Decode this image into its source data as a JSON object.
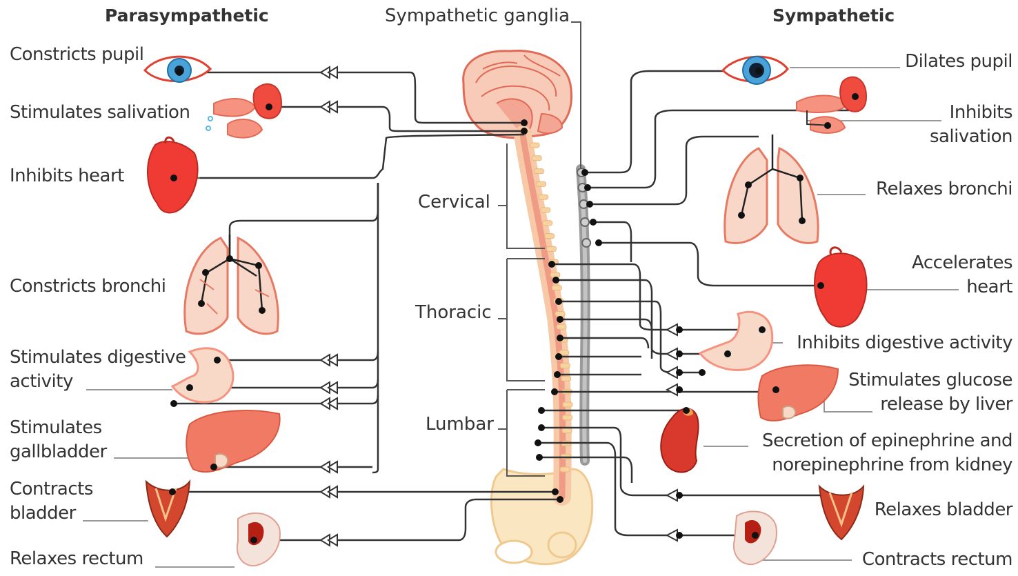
{
  "headers": {
    "left": "Parasympathetic",
    "right": "Sympathetic"
  },
  "center": {
    "ganglia": "Sympathetic ganglia",
    "cervical": "Cervical",
    "thoracic": "Thoracic",
    "lumbar": "Lumbar"
  },
  "parasympathetic": [
    {
      "id": "pupil",
      "lines": [
        "Constricts pupil"
      ],
      "organ": "eye"
    },
    {
      "id": "salivation",
      "lines": [
        "Stimulates salivation"
      ],
      "organ": "salivary-gland"
    },
    {
      "id": "heart",
      "lines": [
        "Inhibits heart"
      ],
      "organ": "heart"
    },
    {
      "id": "bronchi",
      "lines": [
        "Constricts bronchi"
      ],
      "organ": "lungs"
    },
    {
      "id": "digestive",
      "lines": [
        "Stimulates digestive",
        "activity"
      ],
      "organ": "stomach"
    },
    {
      "id": "gallbladder",
      "lines": [
        "Stimulates",
        "gallbladder"
      ],
      "organ": "liver"
    },
    {
      "id": "bladder",
      "lines": [
        "Contracts",
        "bladder"
      ],
      "organ": "bladder"
    },
    {
      "id": "rectum",
      "lines": [
        "Relaxes rectum"
      ],
      "organ": "rectum"
    }
  ],
  "sympathetic": [
    {
      "id": "pupil",
      "lines": [
        "Dilates pupil"
      ],
      "organ": "eye"
    },
    {
      "id": "salivation",
      "lines": [
        "Inhibits",
        "salivation"
      ],
      "organ": "salivary-gland"
    },
    {
      "id": "bronchi",
      "lines": [
        "Relaxes bronchi"
      ],
      "organ": "lungs"
    },
    {
      "id": "heart",
      "lines": [
        "Accelerates",
        "heart"
      ],
      "organ": "heart"
    },
    {
      "id": "digestive",
      "lines": [
        "Inhibits digestive activity"
      ],
      "organ": "stomach"
    },
    {
      "id": "liver",
      "lines": [
        "Stimulates glucose",
        "release by liver"
      ],
      "organ": "liver"
    },
    {
      "id": "kidney",
      "lines": [
        "Secretion of epinephrine and",
        "norepinephrine from kidney"
      ],
      "organ": "kidney"
    },
    {
      "id": "bladder",
      "lines": [
        "Relaxes bladder"
      ],
      "organ": "bladder"
    },
    {
      "id": "rectum",
      "lines": [
        "Contracts rectum"
      ],
      "organ": "rectum"
    }
  ],
  "colors": {
    "nerve": "#333333",
    "organ_red": "#e8453c",
    "organ_pink": "#f6c7b8",
    "spine": "#f3b29e",
    "ganglia": "#a9a9a9",
    "eye_iris": "#4aa3d8"
  }
}
